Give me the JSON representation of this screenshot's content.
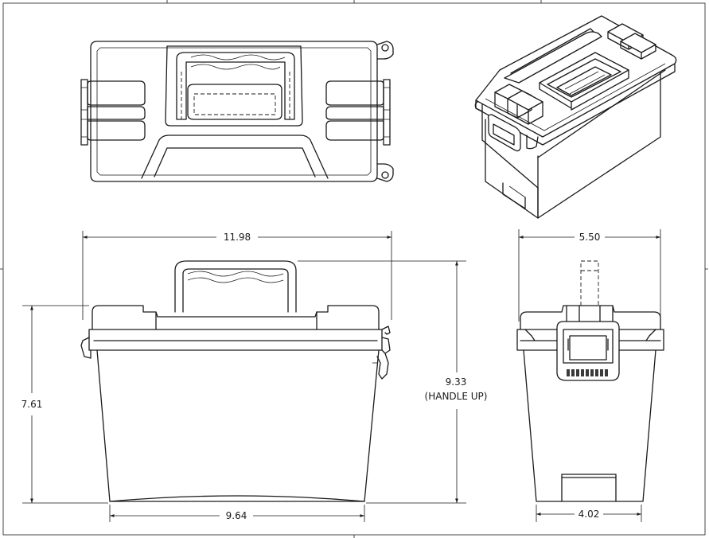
{
  "dimensions": {
    "overall_length": "11.98",
    "overall_width": "5.50",
    "body_height": "7.61",
    "handle_up_height": "9.33",
    "handle_up_note": "(HANDLE UP)",
    "base_length": "9.64",
    "base_width": "4.02"
  },
  "colors": {
    "line": "#1a1a1a",
    "background": "#ffffff"
  }
}
